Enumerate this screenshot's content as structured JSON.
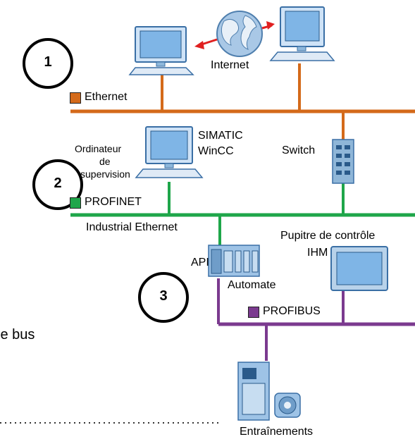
{
  "numbers": {
    "one": "1",
    "two": "2",
    "three": "3"
  },
  "labels": {
    "internet": "Internet",
    "ethernet": "Ethernet",
    "ordinateur": "Ordinateur",
    "de": "de",
    "supervision": "supervision",
    "simatic": "SIMATIC",
    "wincc": "WinCC",
    "switch": "Switch",
    "profinet": "PROFINET",
    "industrial_ethernet": "Industrial Ethernet",
    "pupitre": "Pupitre de contrôle",
    "ihm": "IHM",
    "api": "API",
    "automate": "Automate",
    "profibus": "PROFIBUS",
    "le_bus": "le bus",
    "entrainements": "Entraînements"
  },
  "colors": {
    "ethernet": "#d46a1a",
    "profinet": "#1fa64a",
    "profibus": "#7b3a8f"
  }
}
